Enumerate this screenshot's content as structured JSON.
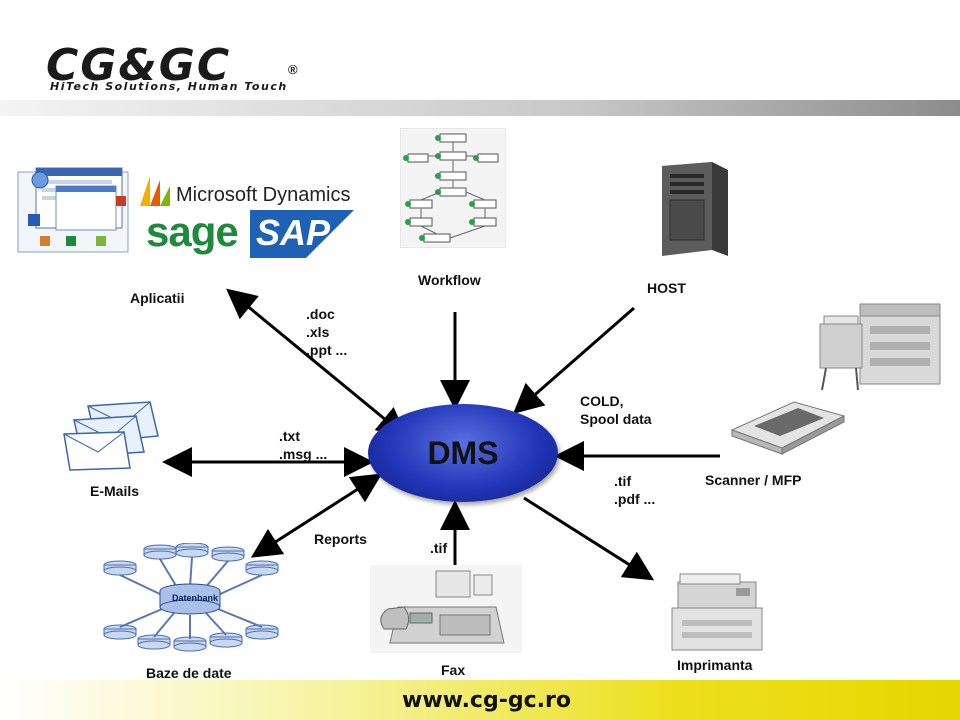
{
  "logo": {
    "name": "CG&GC",
    "tagline": "HiTech Solutions, Human Touch",
    "registered_mark": "®"
  },
  "footer": {
    "url": "www.cg-gc.ro"
  },
  "center": {
    "label": "DMS"
  },
  "nodes": {
    "aplicatii": "Aplicatii",
    "workflow": "Workflow",
    "host": "HOST",
    "emails": "E-Mails",
    "scanner": "Scanner / MFP",
    "baze": "Baze de date",
    "fax": "Fax",
    "imprimanta": "Imprimanta"
  },
  "formats": {
    "office": ".doc\n.xls\n.ppt ...",
    "cold": "COLD,\nSpool data",
    "txt": ".txt\n.msg ...",
    "tif_pdf": ".tif\n.pdf ...",
    "reports": "Reports",
    "tif": ".tif"
  },
  "brands": {
    "microsoft": "Microsoft Dynamics",
    "sage": "sage",
    "sap": "SAP",
    "datenbank": "Datenbank"
  },
  "colors": {
    "dms_fill": "#2236b8",
    "arrow": "#000000",
    "footer": "#e6d600",
    "sage_green": "#1f8a3c",
    "sap_blue": "#1f62b5"
  }
}
